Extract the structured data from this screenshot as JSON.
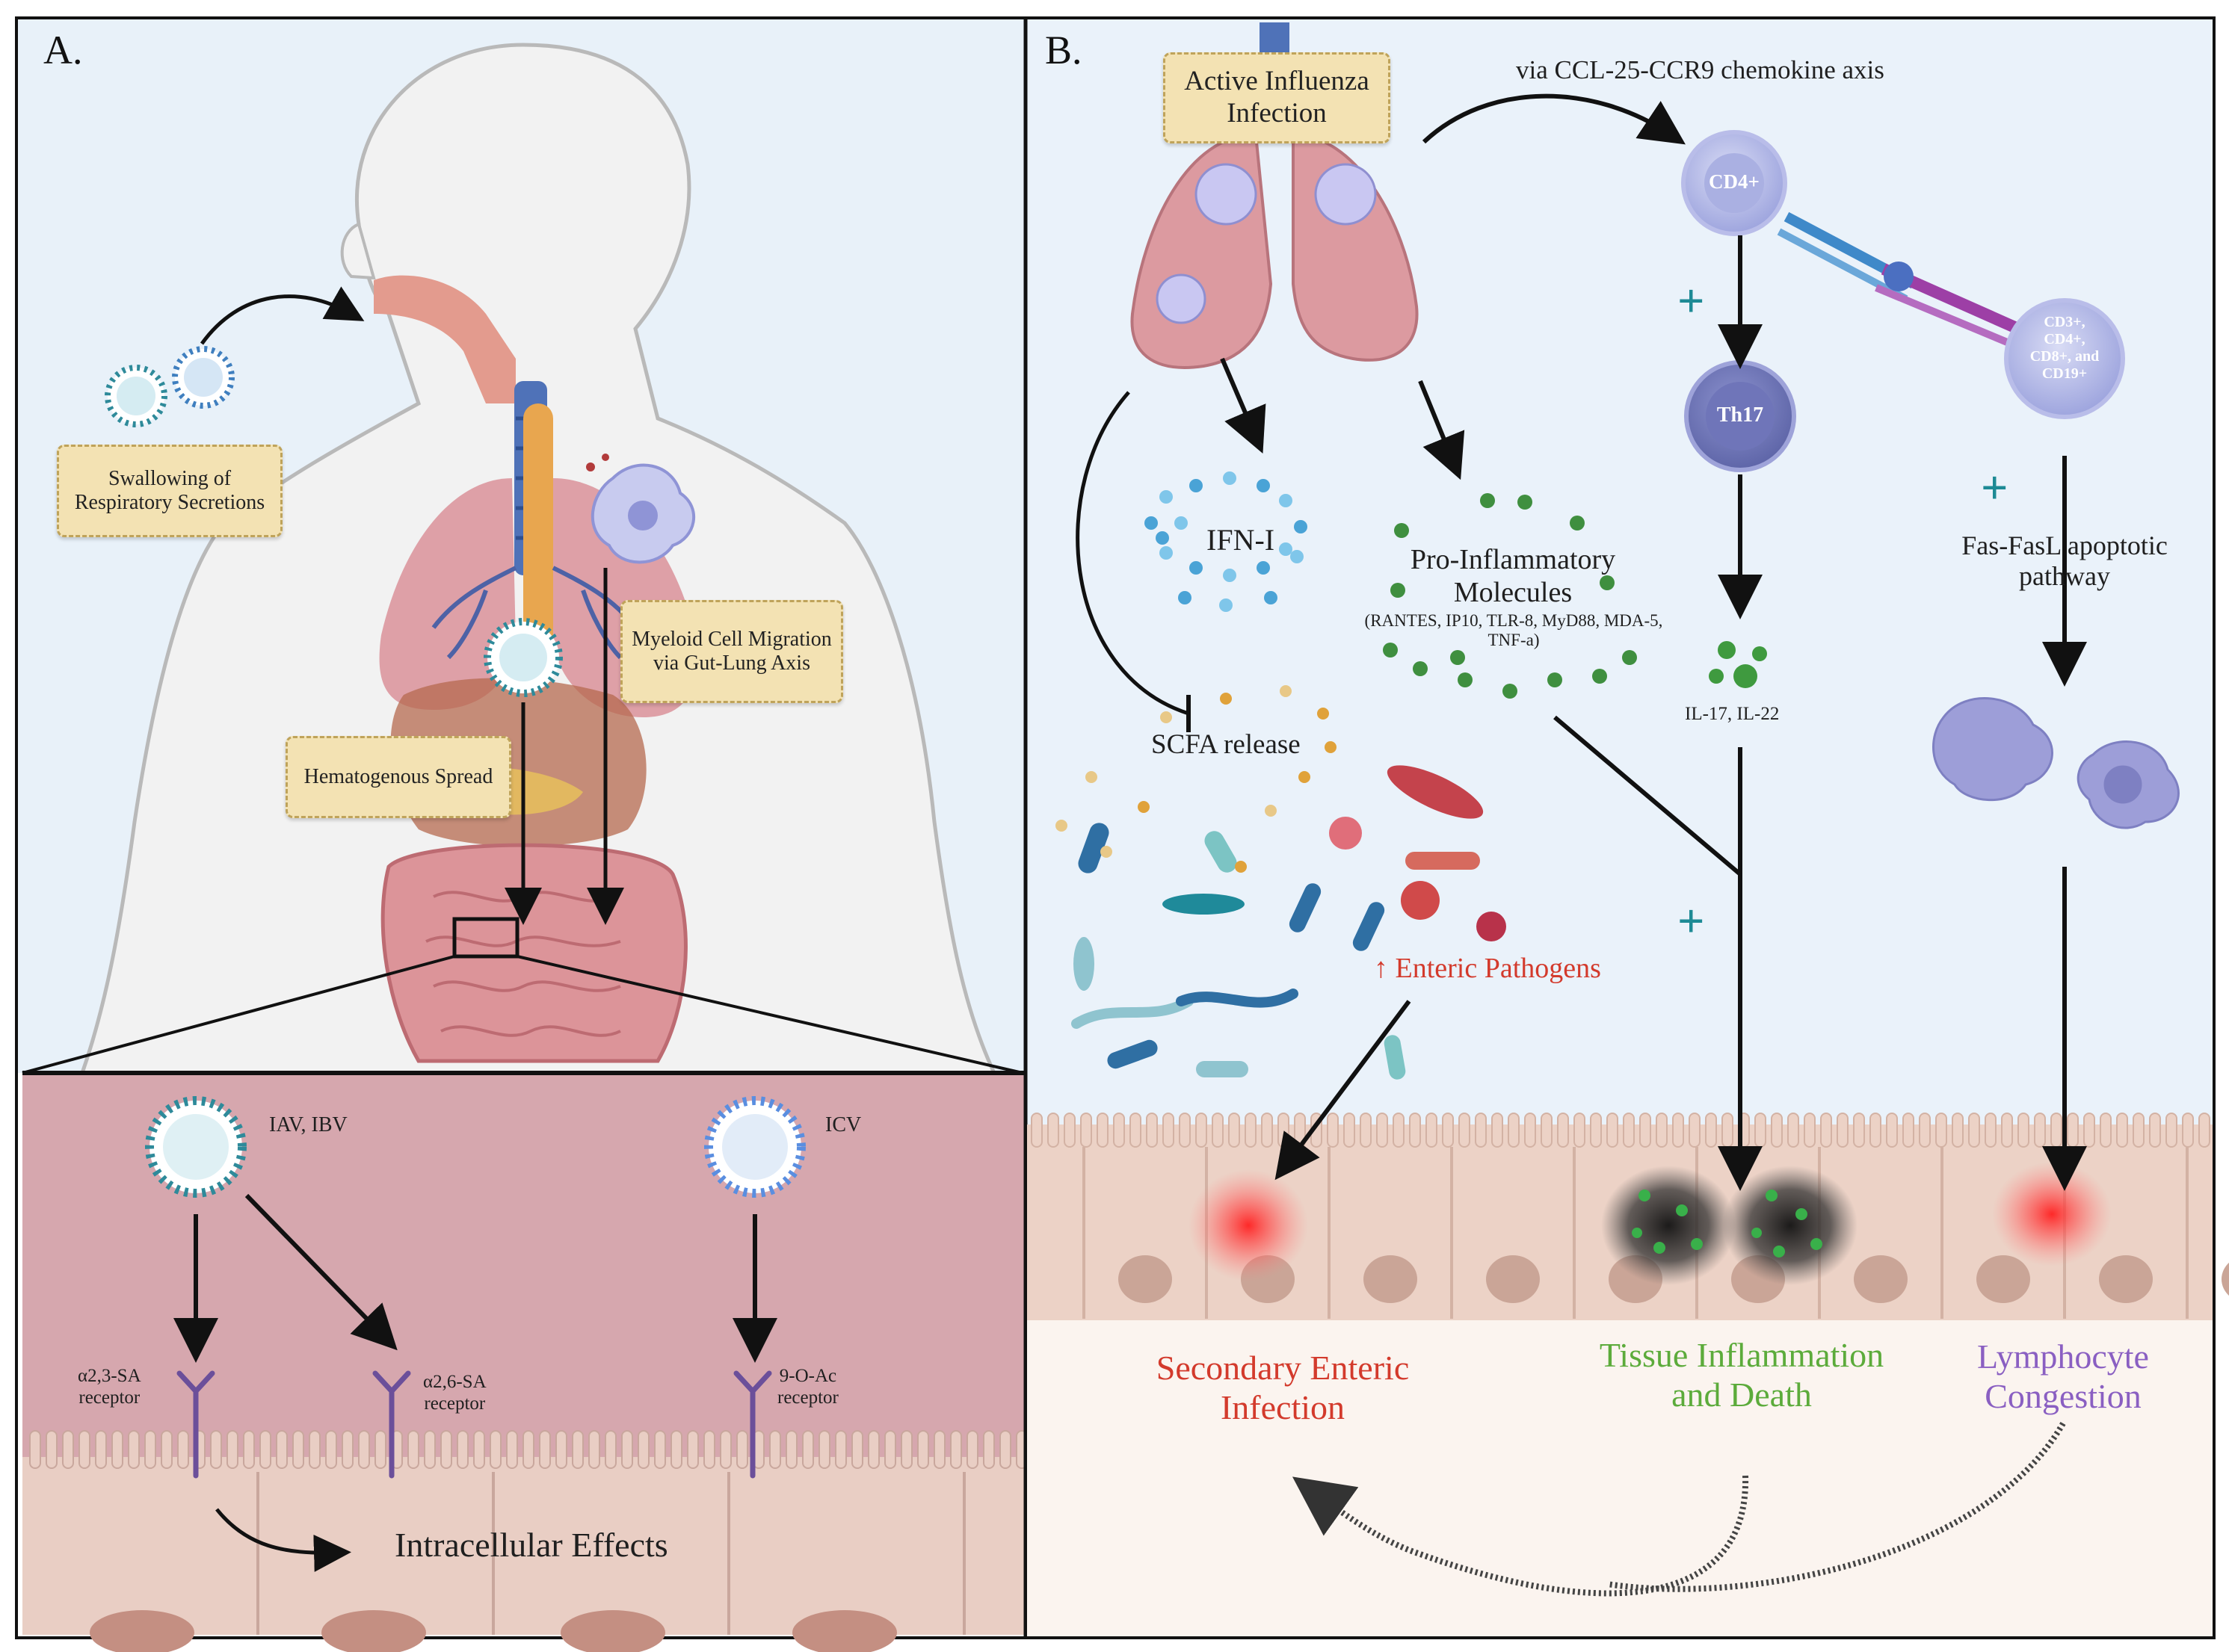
{
  "panel_a": {
    "letter": "A.",
    "swallow_box": "Swallowing of Respiratory Secretions",
    "myeloid_box": "Myeloid Cell Migration via Gut-Lung Axis",
    "hema_box": "Hematogenous Spread",
    "iav_label": "IAV, IBV",
    "icv_label": "ICV",
    "receptor_a23": {
      "line1": "α2,3-SA",
      "line2": "receptor"
    },
    "receptor_a26": {
      "line1": "α2,6-SA",
      "line2": "receptor"
    },
    "receptor_9o": {
      "line1": "9-O-Ac",
      "line2": "receptor"
    },
    "intracellular": "Intracellular Effects"
  },
  "panel_b": {
    "letter": "B.",
    "active_box": "Active Influenza Infection",
    "ccl_label": "via CCL-25-CCR9 chemokine axis",
    "cd4": "CD4+",
    "th17": "Th17",
    "cd3_cluster": "CD3+, CD4+, CD8+, and CD19+",
    "ifn": "IFN-I",
    "pro_title": "Pro-Inflammatory Molecules",
    "pro_list": "(RANTES, IP10, TLR-8, MyD88, MDA-5, TNF-a)",
    "il_label": "IL-17, IL-22",
    "fas_label": "Fas-FasL apoptotic pathway",
    "scfa": "SCFA release",
    "enteric": "↑ Enteric Pathogens",
    "out_secondary": "Secondary Enteric Infection",
    "out_tissue": "Tissue Inflammation and Death",
    "out_lymph": "Lymphocyte Congestion",
    "plus": "+"
  },
  "colors": {
    "panel_a_bg": "#e8f1f9",
    "panel_b_bg": "#eaf2fa",
    "gut_bg": "#d6a7ae",
    "box_fill": "#f3e2b3",
    "outcome_secondary": "#d33a2c",
    "outcome_tissue": "#5cab3b",
    "outcome_lymph": "#8a5fc2",
    "plus_teal": "#1d8a95"
  }
}
